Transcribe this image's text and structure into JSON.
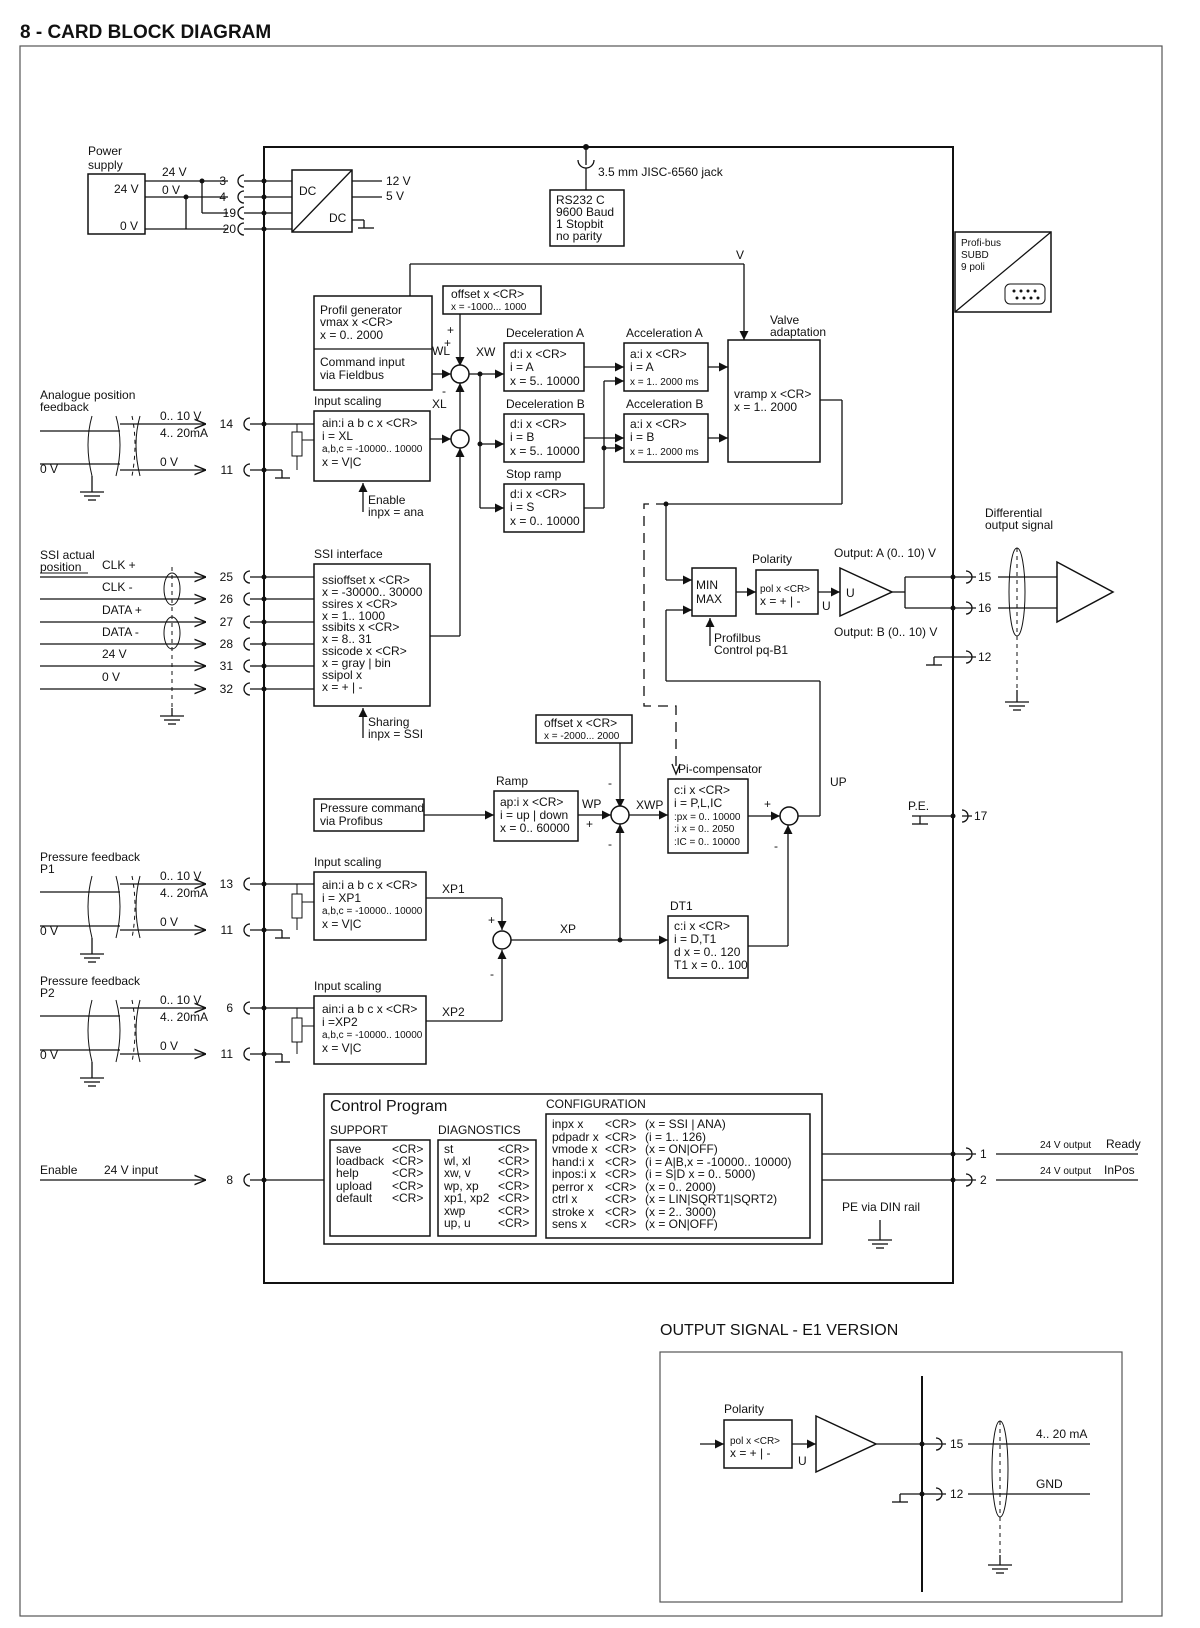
{
  "title": "8 - CARD BLOCK DIAGRAM",
  "power": {
    "label": [
      "Power",
      "supply"
    ],
    "v24": "24 V",
    "v0": "0 V",
    "wire24": "24 V",
    "wire0": "0 V",
    "pins": [
      "3",
      "4",
      "19",
      "20"
    ],
    "dc1": "DC",
    "dc2": "DC",
    "out12": "12 V",
    "out5": "5 V"
  },
  "rs232": {
    "jack": "3.5 mm JISC-6560 jack",
    "lines": [
      "RS232 C",
      "9600 Baud",
      "1 Stopbit",
      "no parity"
    ]
  },
  "profibus_port": {
    "lines": [
      "Profi-bus",
      "SUBD",
      "9 poli"
    ]
  },
  "profil": {
    "lines": [
      "Profil generator",
      "vmax x <CR>",
      "x = 0.. 2000"
    ]
  },
  "command_input": {
    "lines": [
      "Command input",
      "via Fieldbus"
    ]
  },
  "offset_pos": {
    "lines": [
      "offset x <CR>",
      "x = -1000...  1000"
    ]
  },
  "signals": {
    "WL": "WL",
    "XW": "XW",
    "XL": "XL",
    "V": "V",
    "WP": "WP",
    "XWP": "XWP",
    "XP": "XP",
    "XP1": "XP1",
    "XP2": "XP2",
    "UP": "UP",
    "U": "U"
  },
  "decel_a": {
    "title": "Deceleration A",
    "lines": [
      "d:i x <CR>",
      "i = A",
      "x = 5.. 10000"
    ]
  },
  "decel_b": {
    "title": "Deceleration B",
    "lines": [
      "d:i x <CR>",
      "i = B",
      "x = 5.. 10000"
    ]
  },
  "stop_ramp": {
    "title": "Stop ramp",
    "lines": [
      "d:i x <CR>",
      "i = S",
      "x = 0.. 10000"
    ]
  },
  "accel_a": {
    "title": "Acceleration A",
    "lines": [
      "a:i x <CR>",
      "i = A",
      "x = 1.. 2000 ms"
    ]
  },
  "accel_b": {
    "title": "Acceleration B",
    "lines": [
      "a:i x <CR>",
      "i = B",
      "x = 1.. 2000 ms"
    ]
  },
  "valve": {
    "title": [
      "Valve",
      "adaptation"
    ],
    "lines": [
      "vramp x <CR>",
      "x = 1.. 2000"
    ]
  },
  "analogue_fb": {
    "label": [
      "Analogue position",
      "feedback"
    ],
    "range1": "0.. 10 V",
    "range2": "4.. 20mA",
    "zero": "0 V",
    "zero_wire": "0 V",
    "pins": [
      "14",
      "11"
    ]
  },
  "input_scaling_pos": {
    "title": "Input scaling",
    "lines": [
      "ain:i a b c x <CR>",
      "i = XL",
      "a,b,c = -10000.. 10000",
      "x = V|C"
    ]
  },
  "enable_note": {
    "lines": [
      "Enable",
      "inpx = ana"
    ]
  },
  "ssi": {
    "label": [
      "SSI actual",
      "position"
    ],
    "wires": [
      "CLK +",
      "CLK -",
      "DATA +",
      "DATA -",
      "24 V",
      "0 V"
    ],
    "pins": [
      "25",
      "26",
      "27",
      "28",
      "31",
      "32"
    ],
    "title": "SSI interface",
    "lines": [
      "ssioffset x <CR>",
      "x = -30000.. 30000",
      "ssires x <CR>",
      "x = 1.. 1000",
      "ssibits x <CR>",
      "x = 8..  31",
      "ssicode x <CR>",
      "x = gray | bin",
      "ssipol x",
      "x = + | -"
    ]
  },
  "sharing_note": {
    "lines": [
      "Sharing",
      "inpx = SSI"
    ]
  },
  "minmax": {
    "lines": [
      "MIN",
      "MAX"
    ]
  },
  "polarity": {
    "title": "Polarity",
    "lines": [
      "pol x <CR>",
      "x = + | -"
    ]
  },
  "profibus_control": {
    "lines": [
      "Profilbus",
      "Control pq-B1"
    ]
  },
  "diff_out": {
    "label": [
      "Differential",
      "output signal"
    ],
    "out_a": "Output: A (0.. 10) V",
    "out_b": "Output: B (0.. 10) V",
    "pins": [
      "15",
      "16",
      "12"
    ]
  },
  "offset_p": {
    "lines": [
      "offset x <CR>",
      "x = -2000...  2000"
    ]
  },
  "pressure_cmd": {
    "lines": [
      "Pressure command",
      "via Profibus"
    ]
  },
  "ramp": {
    "title": "Ramp",
    "lines": [
      "ap:i x <CR>",
      "i = up | down",
      "x = 0.. 60000"
    ]
  },
  "pi": {
    "title": "Pi-compensator",
    "lines": [
      "c:i x <CR>",
      "i = P,L,IC",
      ":px = 0.. 10000",
      ":i x = 0.. 2050",
      ":IC = 0.. 10000"
    ]
  },
  "pe": {
    "label": "P.E.",
    "pin": "17"
  },
  "pf1": {
    "label": [
      "Pressure feedback",
      "P1"
    ],
    "range1": "0.. 10 V",
    "range2": "4.. 20mA",
    "zero": "0 V",
    "zero_wire": "0 V",
    "pins": [
      "13",
      "11"
    ]
  },
  "input_scaling_p1": {
    "title": "Input scaling",
    "lines": [
      "ain:i a b c x <CR>",
      "i = XP1",
      "a,b,c = -10000.. 10000",
      "x = V|C"
    ]
  },
  "dt1": {
    "title": "DT1",
    "lines": [
      "c:i x <CR>",
      "i = D,T1",
      "d x = 0.. 120",
      "T1 x  = 0.. 100"
    ]
  },
  "pf2": {
    "label": [
      "Pressure feedback",
      "P2"
    ],
    "range1": "0.. 10 V",
    "range2": "4.. 20mA",
    "zero": "0 V",
    "zero_wire": "0 V",
    "pins": [
      "6",
      "11"
    ]
  },
  "input_scaling_p2": {
    "title": "Input scaling",
    "lines": [
      "ain:i a b c x <CR>",
      "i =XP2",
      "a,b,c = -10000.. 10000",
      "x = V|C"
    ]
  },
  "control_program": {
    "title": "Control Program",
    "support_title": "SUPPORT",
    "support": [
      "save",
      "loadback",
      "help",
      "upload",
      "default"
    ],
    "support_cr": [
      "<CR>",
      "<CR>",
      "<CR>",
      "<CR>",
      "<CR>"
    ],
    "diag_title": "DIAGNOSTICS",
    "diag": [
      "st",
      "wl, xl",
      "xw, v",
      "wp, xp",
      "xp1, xp2",
      "xwp",
      "up, u"
    ],
    "diag_cr": [
      "<CR>",
      "<CR>",
      "<CR>",
      "<CR>",
      "<CR>",
      "<CR>",
      "<CR>"
    ],
    "config_title": "CONFIGURATION",
    "config_cmd": [
      "inpx x",
      "pdpadr x",
      "vmode x",
      "hand:i x",
      "inpos:i x",
      "perror x",
      "ctrl x",
      "stroke x",
      "sens x"
    ],
    "config_cr": [
      "<CR>",
      "<CR>",
      "<CR>",
      "<CR>",
      "<CR>",
      "<CR>",
      "<CR>",
      "<CR>",
      "<CR>"
    ],
    "config_desc": [
      "(x = SSI | ANA)",
      "(i = 1.. 126)",
      "(x = ON|OFF)",
      "(i = A|B,x = -10000.. 10000)",
      "(i = S|D x = 0.. 5000)",
      "(x = 0.. 2000)",
      "(x = LIN|SQRT1|SQRT2)",
      "(x = 2.. 3000)",
      "(x = ON|OFF)"
    ]
  },
  "enable_in": {
    "label": "Enable",
    "wire": "24 V input",
    "pin": "8"
  },
  "outputs": {
    "pins": [
      "1",
      "2"
    ],
    "ready_pre": "24 V output",
    "ready": "Ready",
    "inpos_pre": "24 V output",
    "inpos": "InPos"
  },
  "pe_din": "PE via DIN rail",
  "e1": {
    "title": "OUTPUT SIGNAL - E1 VERSION",
    "polarity_title": "Polarity",
    "lines": [
      "pol x <CR>",
      "x = + | -"
    ],
    "u": "U",
    "pins": [
      "15",
      "12"
    ],
    "current": "4.. 20 mA",
    "gnd": "GND"
  }
}
